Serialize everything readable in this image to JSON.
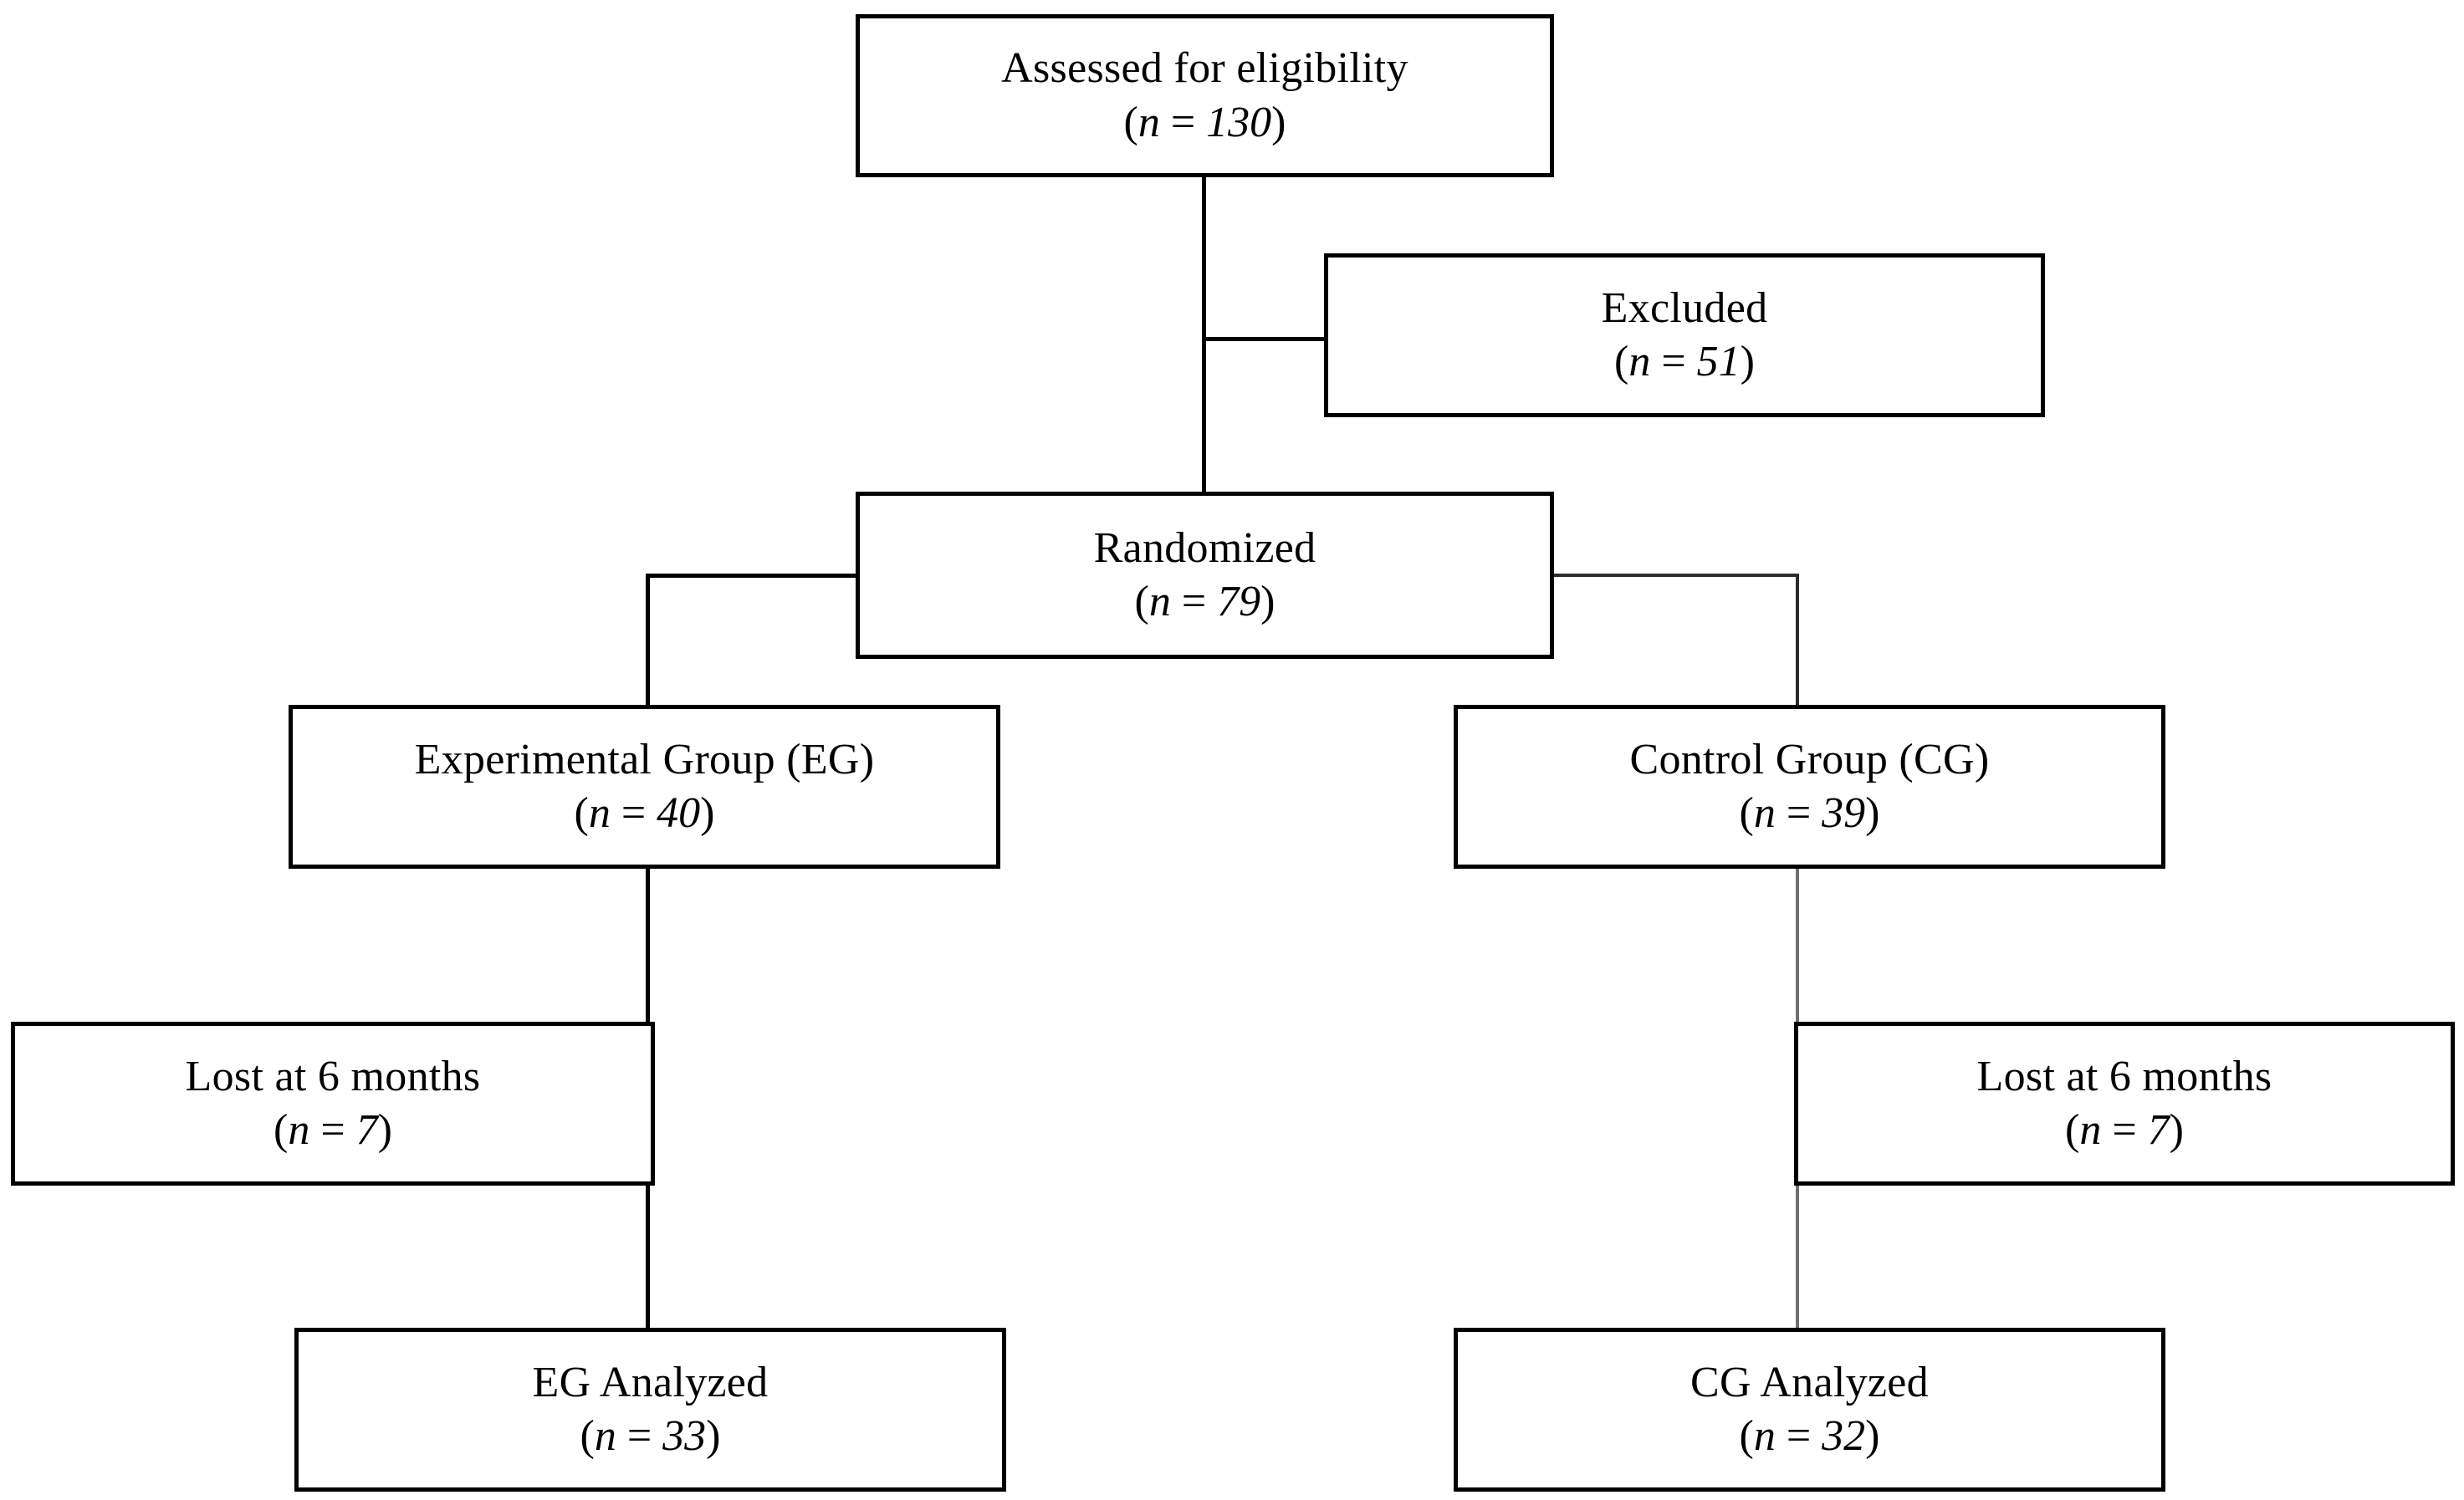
{
  "diagram": {
    "type": "consort-flow-diagram",
    "nodes": [
      {
        "id": "assessed",
        "title": "Assessed for eligibility",
        "count_prefix": "(",
        "count_n": "n",
        "count_eq": " = ",
        "count_value": "130",
        "count_suffix": ")"
      },
      {
        "id": "excluded",
        "title": "Excluded",
        "count_prefix": "(",
        "count_n": "n",
        "count_eq": " = ",
        "count_value": "51",
        "count_suffix": ")"
      },
      {
        "id": "randomized",
        "title": "Randomized",
        "count_prefix": "(",
        "count_n": "n",
        "count_eq": " = ",
        "count_value": "79",
        "count_suffix": ")"
      },
      {
        "id": "experimental-group",
        "title": "Experimental Group (EG)",
        "count_prefix": "(",
        "count_n": "n",
        "count_eq": " = ",
        "count_value": "40",
        "count_suffix": ")"
      },
      {
        "id": "control-group",
        "title": "Control Group (CG)",
        "count_prefix": "(",
        "count_n": "n",
        "count_eq": " = ",
        "count_value": "39",
        "count_suffix": ")"
      },
      {
        "id": "lost-left",
        "title": "Lost at 6 months",
        "count_prefix": "(",
        "count_n": "n",
        "count_eq": " = ",
        "count_value": "7",
        "count_suffix": ")"
      },
      {
        "id": "lost-right",
        "title": "Lost at 6 months",
        "count_prefix": "(",
        "count_n": "n",
        "count_eq": " = ",
        "count_value": "7",
        "count_suffix": ")"
      },
      {
        "id": "eg-analyzed",
        "title": "EG Analyzed",
        "count_prefix": "(",
        "count_n": "n",
        "count_eq": " = ",
        "count_value": "33",
        "count_suffix": ")"
      },
      {
        "id": "cg-analyzed",
        "title": "CG Analyzed",
        "count_prefix": "(",
        "count_n": "n",
        "count_eq": " = ",
        "count_value": "32",
        "count_suffix": ")"
      }
    ],
    "colors": {
      "border": "#000000",
      "text": "#000000",
      "background": "#ffffff"
    }
  }
}
